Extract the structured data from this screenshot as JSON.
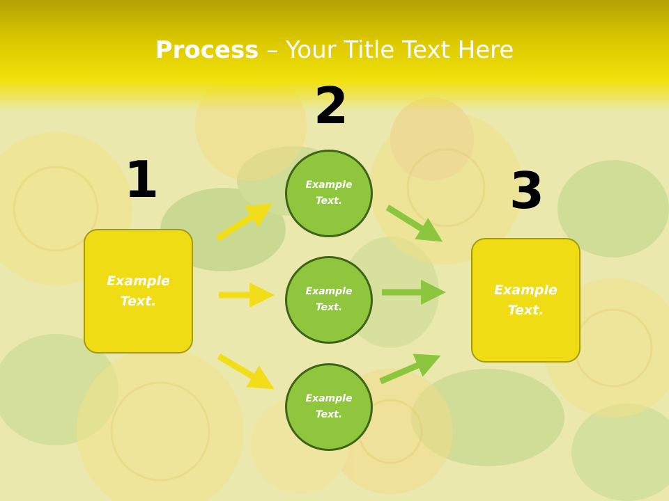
{
  "title": {
    "bold": "Process",
    "rest": " – Your Title Text Here"
  },
  "steps": [
    {
      "number": "1"
    },
    {
      "number": "2"
    },
    {
      "number": "3"
    }
  ],
  "left_box": {
    "text": "Example\nText."
  },
  "circles": [
    {
      "text": "Example\nText."
    },
    {
      "text": "Example\nText."
    },
    {
      "text": "Example\nText."
    }
  ],
  "right_box": {
    "text": "Example\nText."
  },
  "colors": {
    "title_band": "#e6d400",
    "box_fill": "#f0dc14",
    "box_border": "#a39a14",
    "circle_fill": "#8fc63e",
    "circle_border": "#3f6418",
    "arrow_yellow": "#f2dd1a",
    "arrow_green": "#8cc63f",
    "text_light": "#ffffff",
    "number_text": "#000000"
  },
  "background": {
    "icon": "yellow-flowers-photo"
  }
}
